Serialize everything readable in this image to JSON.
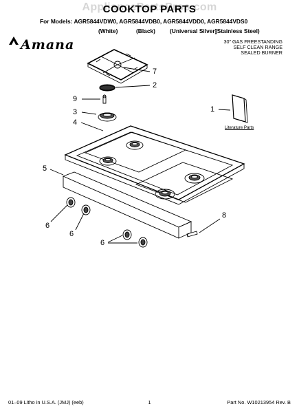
{
  "watermark": "AppliancePartsPros.com",
  "title": "COOKTOP PARTS",
  "models_line": "For Models: AGR5844VDW0, AGR5844VDB0, AGR5844VDD0, AGR5844VDS0",
  "colors": [
    "(White)",
    "(Black)",
    "(Universal Silver)",
    "(Stainless Steel)"
  ],
  "brand": "Amana",
  "description": [
    "30\" GAS FREESTANDING",
    "SELF CLEAN RANGE",
    "SEALED BURNER"
  ],
  "literature_label": "Literature Parts",
  "callouts": {
    "c7": "7",
    "c2": "2",
    "c9": "9",
    "c3": "3",
    "c4": "4",
    "c1": "1",
    "c5": "5",
    "c8": "8",
    "c6a": "6",
    "c6b": "6",
    "c6c": "6"
  },
  "footer": {
    "left": "01–09 Litho in U.S.A. (JMJ) (eeb)",
    "center": "1",
    "right": "Part No. W10213954 Rev. B"
  }
}
